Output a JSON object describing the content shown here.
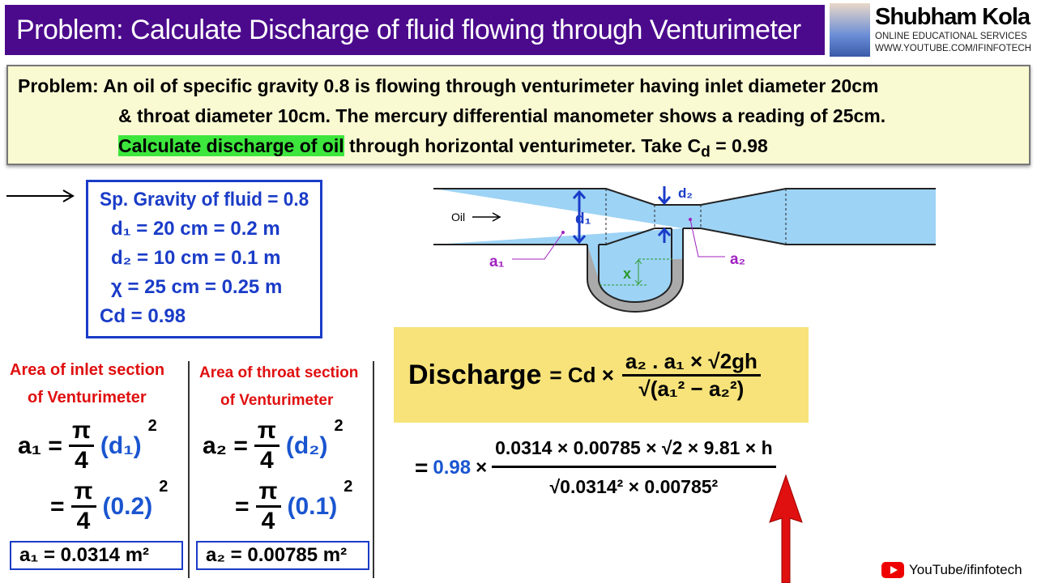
{
  "header": {
    "title": "Problem: Calculate Discharge of fluid flowing through Venturimeter",
    "brand_name": "Shubham Kola",
    "brand_line1": "ONLINE EDUCATIONAL SERVICES",
    "brand_line2": "WWW.YOUTUBE.COM/IFINFOTECH"
  },
  "problem": {
    "label": "Problem:",
    "line1": "An oil of specific gravity 0.8 is flowing through venturimeter having inlet diameter 20cm",
    "line2": "& throat diameter 10cm. The mercury differential manometer shows a reading of 25cm.",
    "highlight": "Calculate discharge of oil",
    "line3": " through horizontal venturimeter. Take C",
    "sub": "d",
    "line3_end": " = 0.98",
    "highlight_color": "#3de63d"
  },
  "given": [
    "Sp. Gravity of fluid = 0.8",
    "d₁ = 20 cm = 0.2 m",
    "d₂ = 10 cm = 0.1 m",
    "χ = 25 cm = 0.25 m",
    "Cd = 0.98"
  ],
  "diagram": {
    "oil": "Oil",
    "d1": "d₁",
    "d2": "d₂",
    "a1": "a₁",
    "a2": "a₂",
    "x": "x"
  },
  "inlet": {
    "label1": "Area of inlet section",
    "label2": "of Venturimeter",
    "lhs": "a₁ =",
    "step1_var": "(d₁)",
    "step2_val": "(0.2)",
    "result": "a₁ = 0.0314 m²"
  },
  "throat": {
    "label1": "Area of throat section",
    "label2": "of Venturimeter",
    "lhs": "a₂ =",
    "step1_var": "(d₂)",
    "step2_val": "(0.1)",
    "result": "a₂ = 0.00785 m²"
  },
  "common": {
    "pi": "π",
    "four": "4",
    "sq": "2",
    "equals": "="
  },
  "formula": {
    "label": "Discharge",
    "rhs": "= Cd ×",
    "num": "a₂ . a₁ × √2gh",
    "den": "√(a₁² − a₂²)"
  },
  "substitution": {
    "lhs": "= ",
    "cd": "0.98",
    "times": " ×",
    "num": "0.0314 × 0.00785 × √2 × 9.81 × h",
    "den": "√0.0314² × 0.00785²"
  },
  "footer": {
    "youtube": "YouTube/ifinfotech"
  }
}
